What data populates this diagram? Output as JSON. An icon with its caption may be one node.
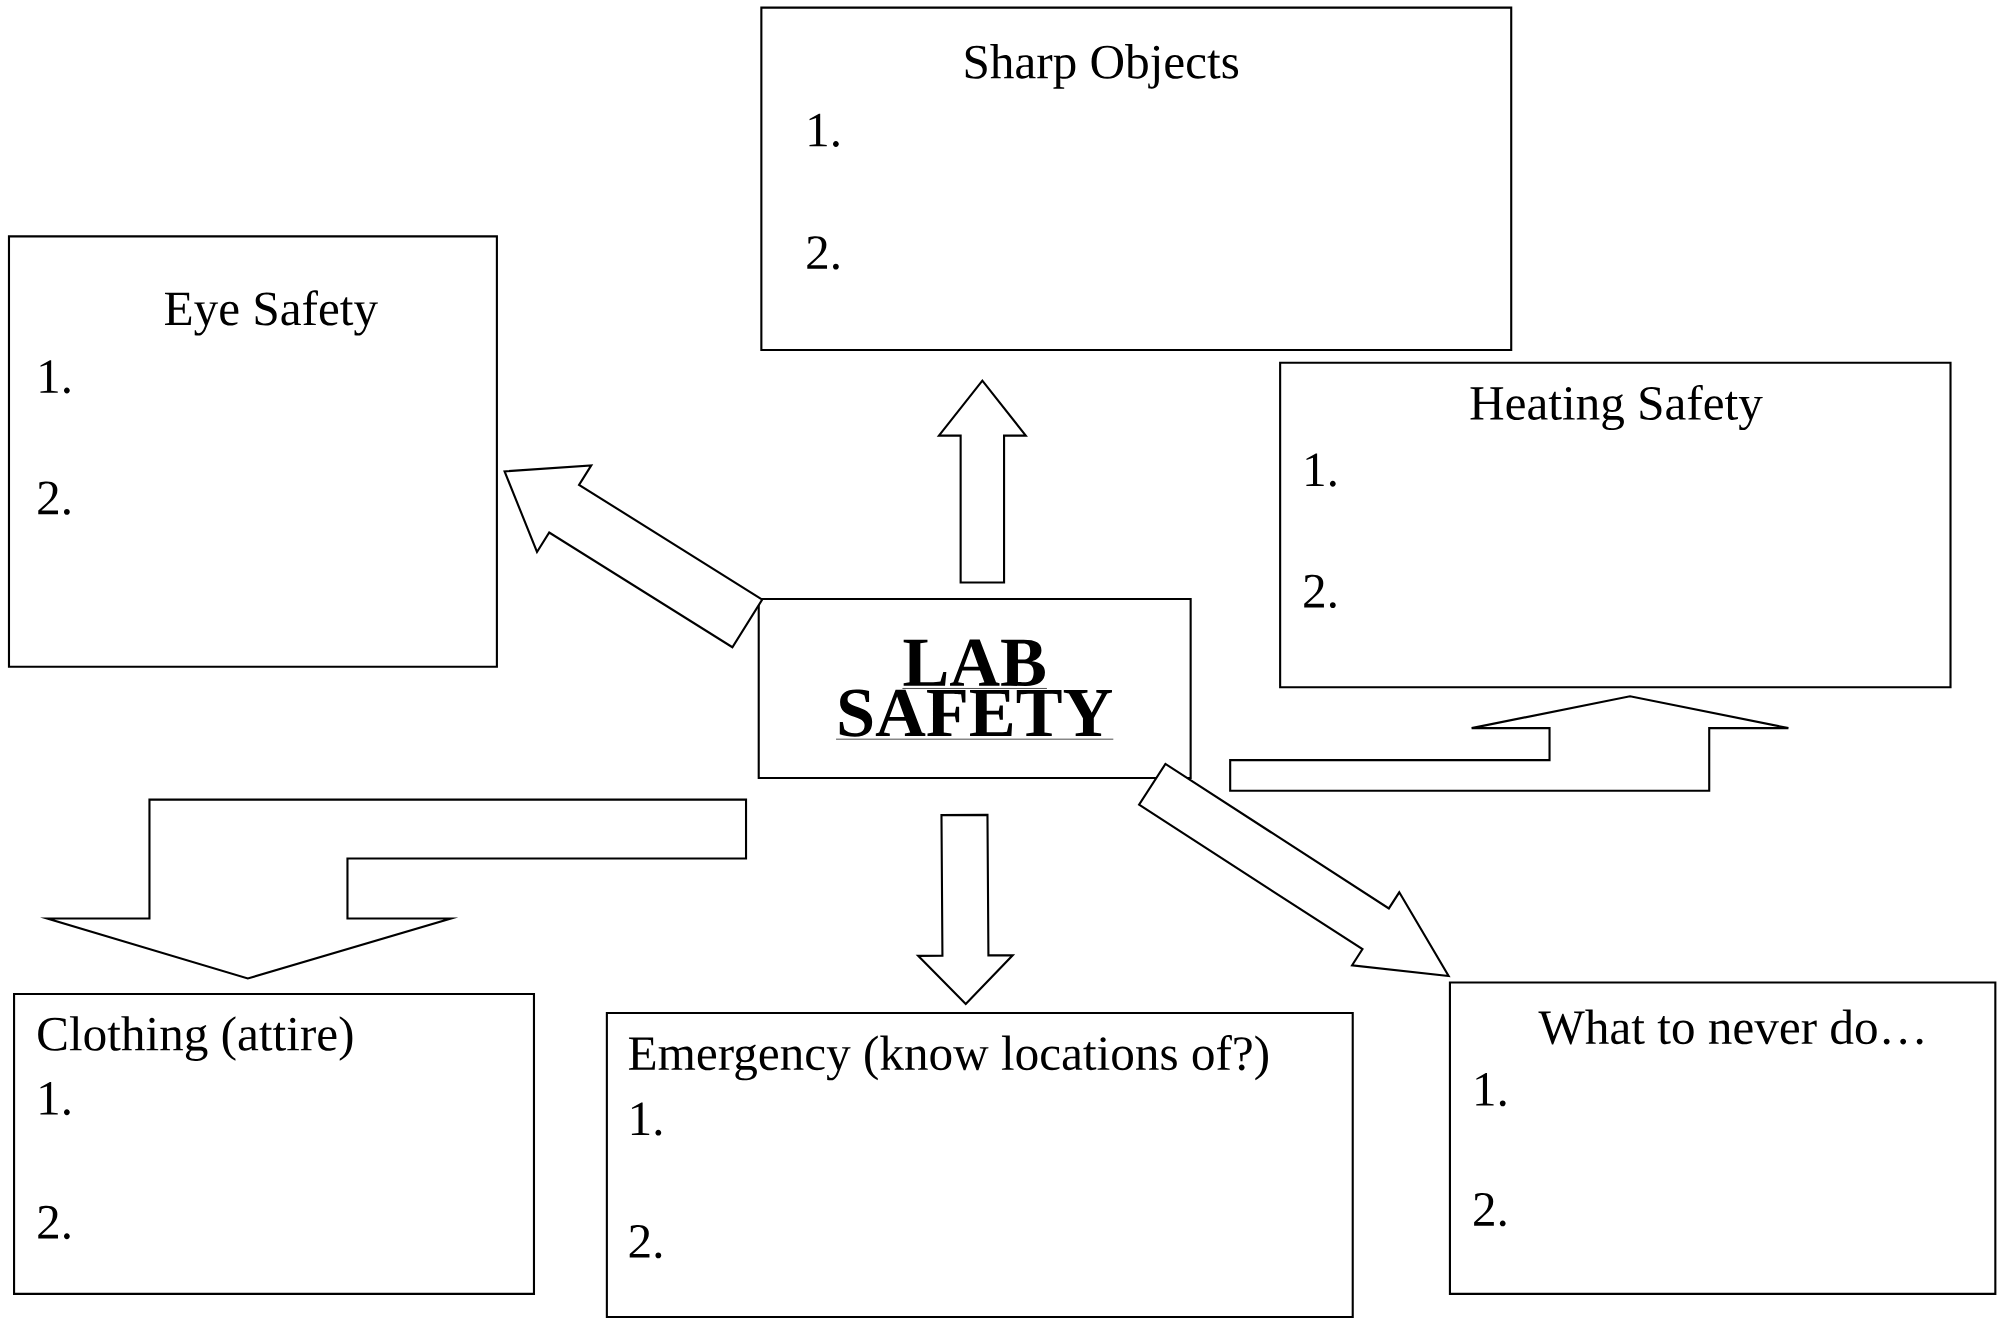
{
  "diagram": {
    "nodes": [
      {
        "text": [
          "LAB SAFETY"
        ]
      },
      {
        "text": [
          "Sharp Objects",
          "1.",
          "2."
        ]
      },
      {
        "text": [
          "Eye Safety",
          "1.",
          "2."
        ]
      },
      {
        "text": [
          "Heating Safety",
          "1.",
          "2."
        ]
      },
      {
        "text": [
          "Clothing (attire)",
          "1.",
          "2."
        ]
      },
      {
        "text": [
          "Emergency (know locations of?)",
          "1.",
          "2."
        ]
      },
      {
        "text": [
          "What to never do…",
          "1.",
          "2."
        ]
      }
    ],
    "edges": [
      {
        "from": 0,
        "to": 1,
        "arrow": "to"
      },
      {
        "from": 0,
        "to": 2,
        "arrow": "to"
      },
      {
        "from": 0,
        "to": 3,
        "arrow": "to"
      },
      {
        "from": 0,
        "to": 4,
        "arrow": "to"
      },
      {
        "from": 0,
        "to": 5,
        "arrow": "to"
      },
      {
        "from": 0,
        "to": 6,
        "arrow": "to"
      }
    ]
  }
}
